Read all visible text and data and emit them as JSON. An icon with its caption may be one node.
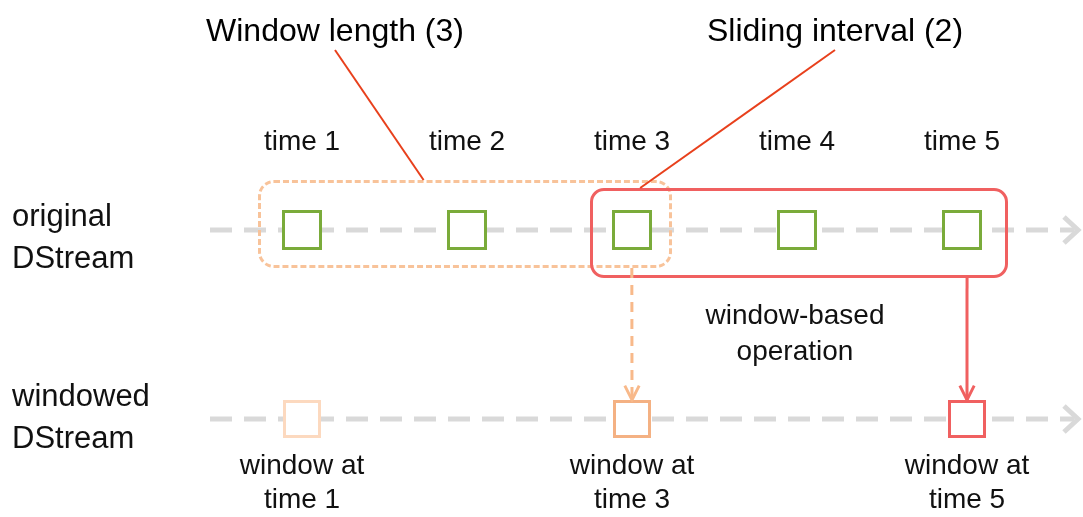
{
  "diagram": {
    "nodes": [
      {
        "text": [
          "Window length (3)"
        ]
      },
      {
        "text": [
          "Sliding interval (2)"
        ]
      },
      {
        "text": [],
        "shape": "box"
      },
      {
        "text": [],
        "shape": "box"
      },
      {
        "text": [],
        "shape": "box",
        "beside": [
          "time 1"
        ],
        "in": 2
      },
      {
        "text": [],
        "shape": "box",
        "beside": [
          "time 2"
        ],
        "in": 2
      },
      {
        "text": [],
        "shape": "box",
        "beside": [
          "time 3"
        ]
      },
      {
        "text": [],
        "shape": "box",
        "beside": [
          "time 4"
        ],
        "in": 3
      },
      {
        "text": [],
        "shape": "box",
        "beside": [
          "time 5"
        ],
        "in": 3
      },
      {
        "text": [],
        "shape": "box",
        "beside": [
          "window at time 1"
        ]
      },
      {
        "text": [],
        "shape": "box",
        "beside": [
          "window at time 3"
        ]
      },
      {
        "text": [],
        "shape": "box",
        "beside": [
          "window at time 5"
        ]
      }
    ],
    "edges": [
      {
        "from": 0,
        "to": 2,
        "arrow": "none",
        "color": "#e8401c"
      },
      {
        "from": 1,
        "to": 3,
        "arrow": "none",
        "color": "#e8401c"
      },
      {
        "from": 2,
        "to": 10,
        "arrow": "to",
        "style": "dashed",
        "color": "#f8b98a"
      },
      {
        "from": 3,
        "to": 11,
        "arrow": "to",
        "color": "#f06060"
      }
    ],
    "labels": [
      "original DStream",
      "windowed DStream",
      "window-based operation"
    ]
  }
}
